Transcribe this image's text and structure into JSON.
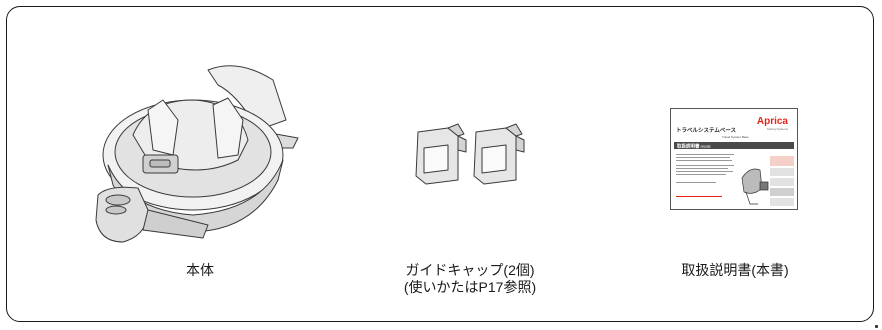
{
  "items": [
    {
      "id": "base-unit",
      "caption": "本体"
    },
    {
      "id": "guide-caps",
      "caption_line1": "ガイドキャップ(2個)",
      "caption_line2": "(使いかたはP17参照)"
    },
    {
      "id": "manual",
      "caption": "取扱説明書(本書)"
    }
  ],
  "manual_cover": {
    "brand": "Aprica",
    "brand_tagline": "Caring Systems",
    "title": "トラベルシステムベース",
    "subtitle": "Travel System Base",
    "doc_label": "取扱説明書",
    "doc_label_note": "(保証書)"
  },
  "colors": {
    "frame": "#1a1a1a",
    "brand": "#e2231a",
    "doc_bar": "#4a4a4a",
    "illustration_stroke": "#3a3a3a",
    "illustration_fill": "#e8e8e8"
  }
}
